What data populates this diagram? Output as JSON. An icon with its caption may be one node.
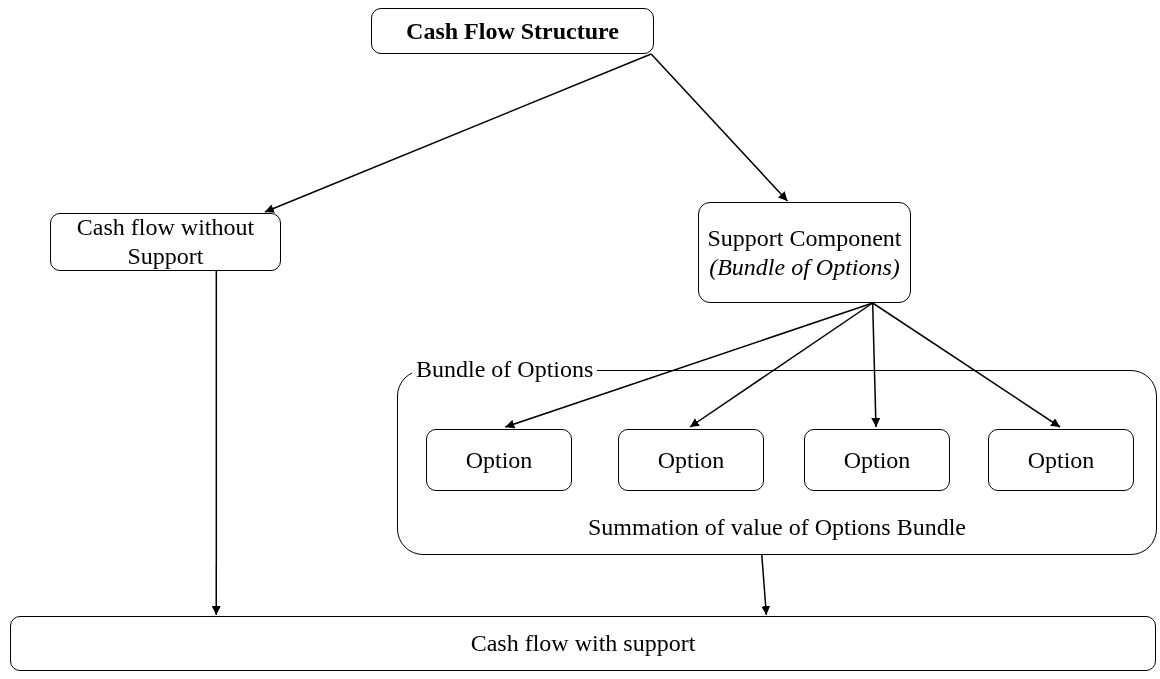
{
  "diagram": {
    "nodes": [
      {
        "text": [
          "Cash Flow Structure"
        ]
      },
      {
        "text": [
          "Cash flow without Support"
        ]
      },
      {
        "text": [
          "Support Component",
          "(Bundle of Options)"
        ]
      },
      {
        "text": [
          "Bundle of Options",
          "Summation of value of Options Bundle"
        ]
      },
      {
        "text": [
          "Option"
        ],
        "in": 3
      },
      {
        "text": [
          "Option"
        ],
        "in": 3
      },
      {
        "text": [
          "Option"
        ],
        "in": 3
      },
      {
        "text": [
          "Option"
        ],
        "in": 3
      },
      {
        "text": [
          "Cash flow with support"
        ]
      }
    ],
    "edges": [
      {
        "from": 0,
        "to": 1,
        "arrow": "to"
      },
      {
        "from": 0,
        "to": 2,
        "arrow": "to"
      },
      {
        "from": 1,
        "to": 8,
        "arrow": "to"
      },
      {
        "from": 2,
        "to": 4,
        "arrow": "to"
      },
      {
        "from": 2,
        "to": 5,
        "arrow": "to"
      },
      {
        "from": 2,
        "to": 6,
        "arrow": "to"
      },
      {
        "from": 2,
        "to": 7,
        "arrow": "to"
      },
      {
        "from": 3,
        "to": 8,
        "arrow": "to"
      }
    ]
  }
}
